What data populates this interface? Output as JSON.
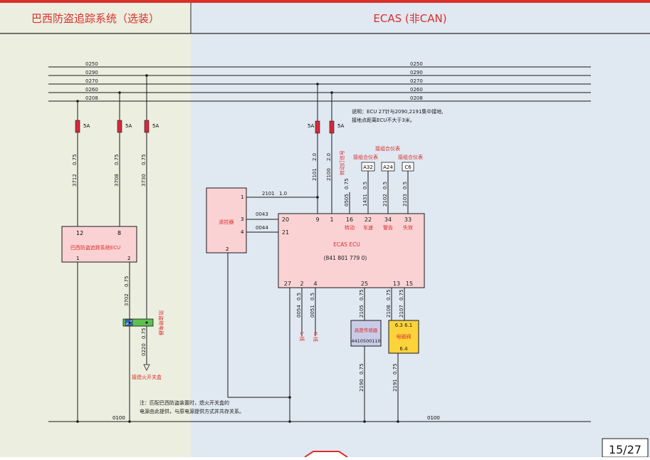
{
  "header": {
    "left_title": "巴西防盗追踪系统（选装）",
    "right_title": "ECAS (非CAN)"
  },
  "bus_lines": [
    "0250",
    "0290",
    "0270",
    "0260",
    "0208"
  ],
  "ground_line": "0100",
  "fuses": {
    "rating": "5A"
  },
  "left_wires": [
    {
      "number": "3712",
      "size": "0.75"
    },
    {
      "number": "3708",
      "size": "0.75"
    },
    {
      "number": "3730",
      "size": "0.75"
    },
    {
      "number": "3702",
      "size": "0.75"
    },
    {
      "number": "0220",
      "size": "0.75"
    }
  ],
  "ecu_left": {
    "label": "巴西防盗追踪系统ECU",
    "pin_12": "12",
    "pin_8": "8",
    "pin_1": "1",
    "pin_2": "2"
  },
  "relay": {
    "label": "防盗继电器",
    "output": "接熄火开关盒"
  },
  "note_left": {
    "line1": "注：匹配巴西防盗装置时，熄火开关盒的",
    "line2": "电源由此提供，与原电源提供方式并共存关系。"
  },
  "note_right": {
    "line1": "说明：ECU 27针与2090,2191集中接地,",
    "line2": "接地点距离ECU不大于3米。"
  },
  "remote": {
    "label": "遥控器",
    "pin1": "1",
    "pin2": "2",
    "pin3": "3",
    "pin4": "4"
  },
  "ecas_ecu": {
    "name": "ECAS ECU",
    "part": "(841 801 779 0)",
    "pins_top": [
      "20",
      "9",
      "1",
      "16",
      "22",
      "34",
      "33"
    ],
    "pin_21": "21",
    "pins_top_labels": [
      "转动",
      "车速",
      "警告",
      "失效"
    ],
    "pins_bottom": [
      "27",
      "2",
      "4",
      "25",
      "13",
      "15"
    ]
  },
  "right_wires": [
    {
      "number": "2101",
      "size": "2.0"
    },
    {
      "number": "2100",
      "size": "2.0"
    },
    {
      "number": "0505",
      "size": "0.75"
    },
    {
      "number": "1431",
      "size": "0.5"
    },
    {
      "number": "2102",
      "size": "0.5"
    },
    {
      "number": "2103",
      "size": "0.5"
    },
    {
      "number": "2101",
      "size": "1.0"
    },
    {
      "number": "0043",
      "size": ""
    },
    {
      "number": "0044",
      "size": ""
    },
    {
      "number": "0054",
      "size": "0.5"
    },
    {
      "number": "0051",
      "size": "0.5"
    },
    {
      "number": "2105",
      "size": "0.75"
    },
    {
      "number": "2108",
      "size": "0.75"
    },
    {
      "number": "2107",
      "size": "0.75"
    },
    {
      "number": "2190",
      "size": "0.75"
    },
    {
      "number": "2191",
      "size": "0.75"
    }
  ],
  "misc_labels": {
    "turn_signal": "转动灯信号",
    "cluster_header": "接组合仪表",
    "cluster_left": "接组合仪表",
    "cluster_right": "接组合仪表",
    "a32": "A32",
    "a24": "A24",
    "c6": "C6",
    "l_line": "L 线",
    "k_line": "K 线"
  },
  "height_sensor": {
    "label": "高度传感器",
    "part": "4410500110"
  },
  "solenoid": {
    "label": "电磁阀",
    "pins_top": "6.3  6.1",
    "pin_bottom": "6.4"
  },
  "page_number": "15/27",
  "colors": {
    "left_bg": "#eceee0",
    "right_bg": "#e0e8f2",
    "module_fill": "#fad2d4",
    "accent_red": "#d9302b",
    "fuse_red": "#d6283c",
    "solenoid_fill": "#fcd33a",
    "sensor_fill": "#c9cce8"
  }
}
